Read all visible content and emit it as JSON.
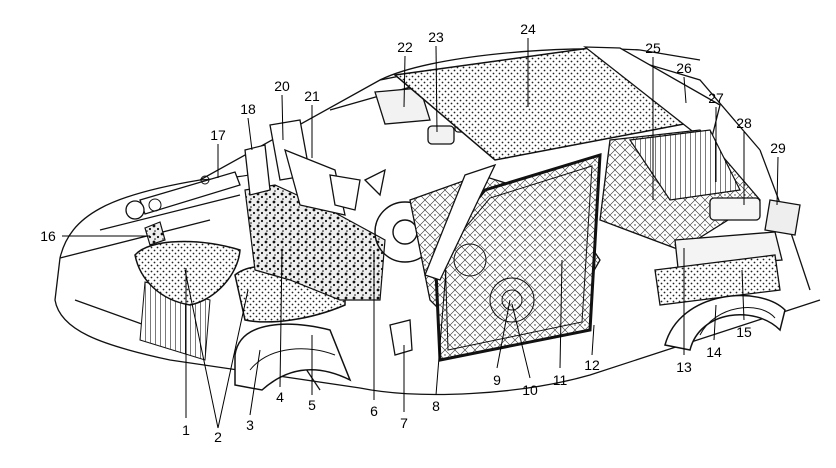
{
  "figure": {
    "callouts": [
      {
        "label": "1"
      },
      {
        "label": "2"
      },
      {
        "label": "3"
      },
      {
        "label": "4"
      },
      {
        "label": "5"
      },
      {
        "label": "6"
      },
      {
        "label": "7"
      },
      {
        "label": "8"
      },
      {
        "label": "9"
      },
      {
        "label": "10"
      },
      {
        "label": "11"
      },
      {
        "label": "12"
      },
      {
        "label": "13"
      },
      {
        "label": "14"
      },
      {
        "label": "15"
      },
      {
        "label": "16"
      },
      {
        "label": "17"
      },
      {
        "label": "18"
      },
      {
        "label": "20"
      },
      {
        "label": "21"
      },
      {
        "label": "22"
      },
      {
        "label": "23"
      },
      {
        "label": "24"
      },
      {
        "label": "25"
      },
      {
        "label": "26"
      },
      {
        "label": "27"
      },
      {
        "label": "28"
      },
      {
        "label": "29"
      }
    ]
  }
}
